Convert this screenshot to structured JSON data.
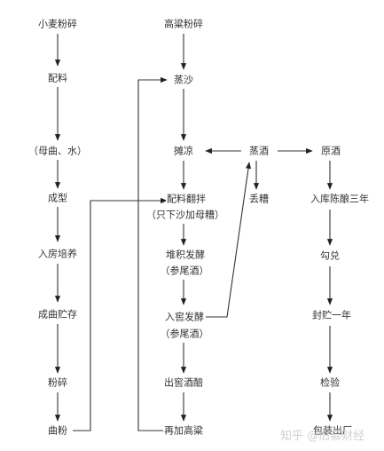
{
  "left_column": {
    "wheat_crush": "小麦粉碎",
    "mix_ingredients": "配料",
    "yeast_water": "（母曲、水）",
    "shaping": "成型",
    "incubation_room": "入房培养",
    "finished_yeast_storage": "成曲贮存",
    "yeast_crush": "粉碎",
    "yeast_powder": "曲粉"
  },
  "middle_column": {
    "sorghum_crush": "高粱粉碎",
    "steam_sand": "蒸沙",
    "spread_cool": "摊凉",
    "mix_turn": "配料翻拌",
    "mix_turn_note": "（只下沙加母糟）",
    "stack_ferment": "堆积发酵",
    "stack_ferment_note": "（参尾酒）",
    "pit_ferment": "入窖发酵",
    "pit_ferment_note": "（参尾酒）",
    "out_pit_grains": "出窖酒醅",
    "add_sorghum": "再加高粱"
  },
  "distill_column": {
    "steam_distill": "蒸酒",
    "discard_grains": "丢糟"
  },
  "right_column": {
    "base_liquor": "原酒",
    "storage_aging": "入库陈酿三年",
    "blending": "勾兑",
    "seal_year": "封贮一年",
    "inspection": "检验",
    "packaging": "包装出厂"
  },
  "watermark": "知乎 @旧慕财经"
}
